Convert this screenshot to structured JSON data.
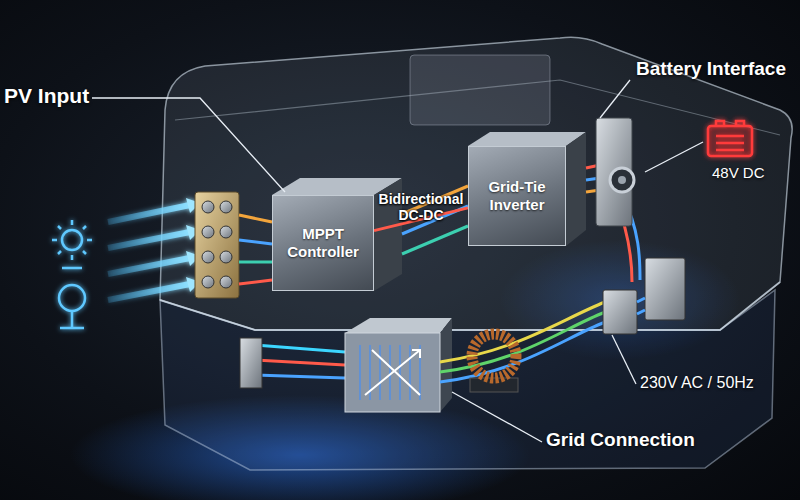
{
  "diagram": {
    "nodes": [
      {
        "text": [
          "MPPT Controller"
        ]
      },
      {
        "text": [
          "Grid-Tie Inverter"
        ]
      }
    ],
    "edges": [
      {
        "from": 0,
        "to": 1,
        "label": "Bidirectional DC-DC",
        "arrow": "none"
      }
    ],
    "labels": [
      "PV Input",
      "Battery Interface",
      "48V DC",
      "230V AC / 50Hz",
      "Grid Connection"
    ]
  }
}
